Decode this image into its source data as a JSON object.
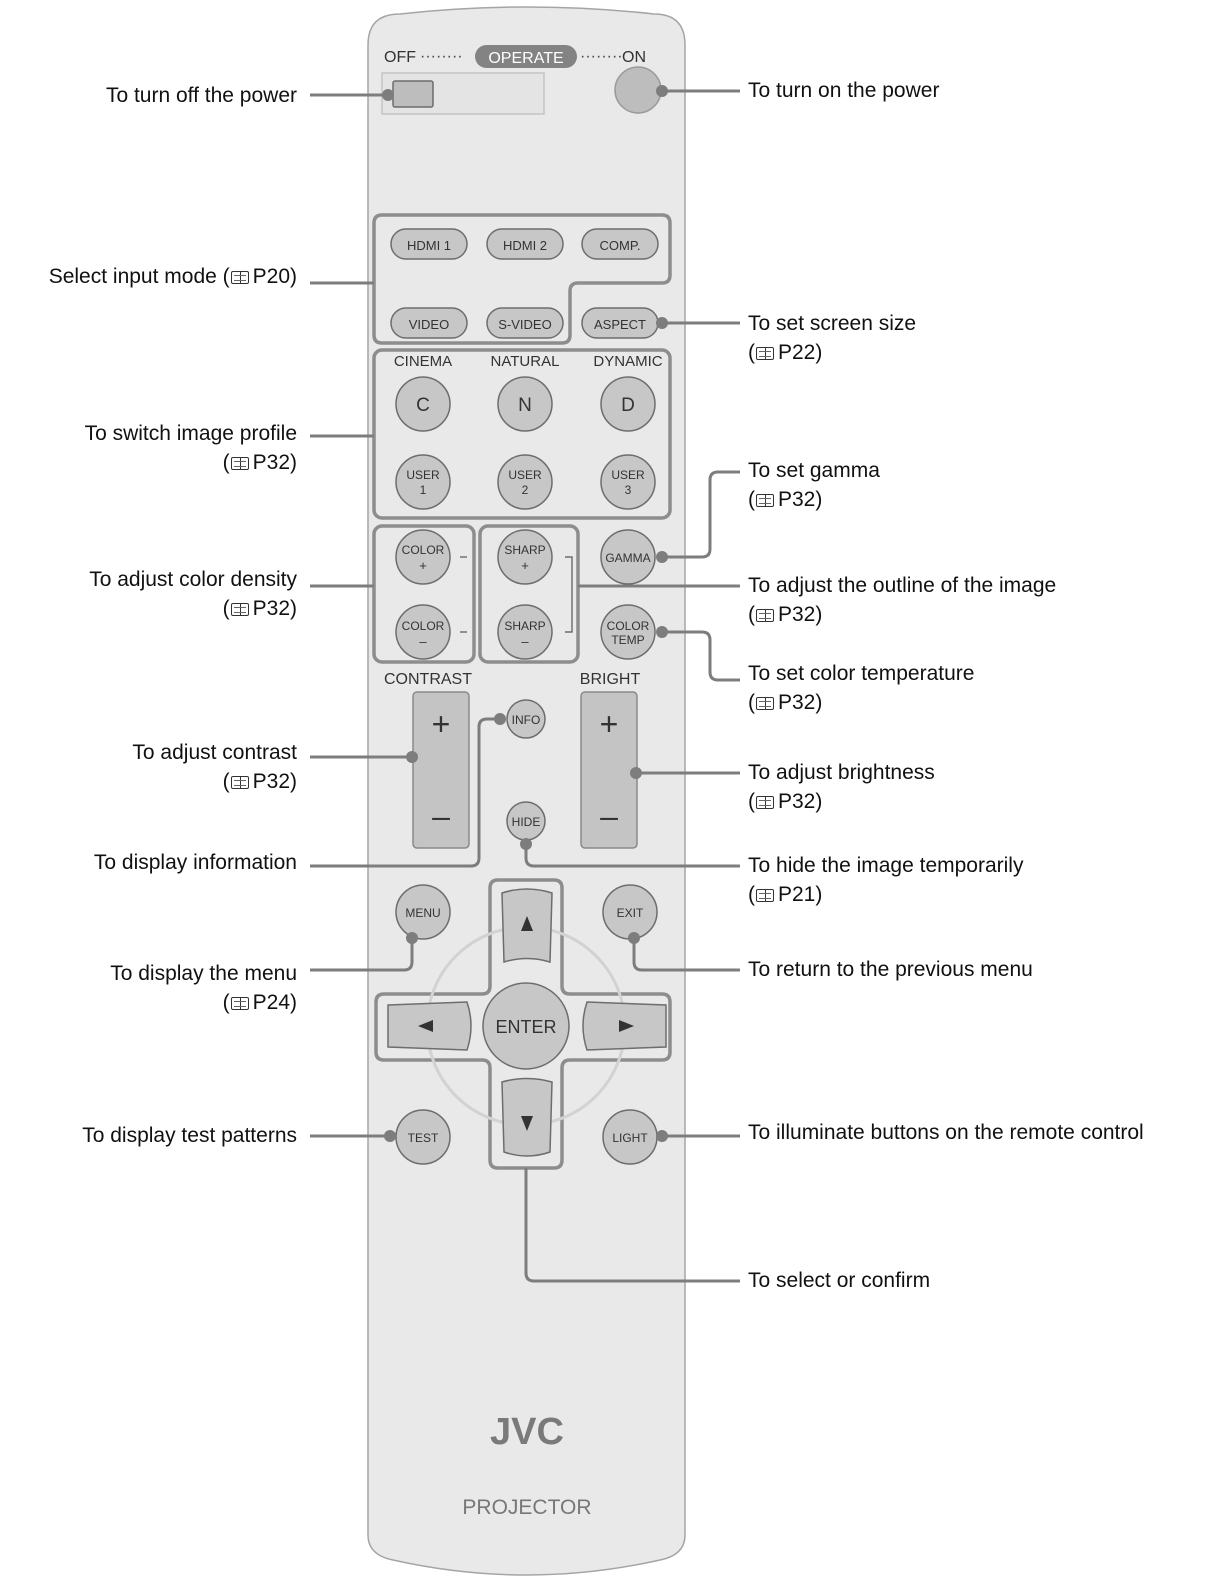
{
  "remote": {
    "operate": {
      "off": "OFF",
      "label": "OPERATE",
      "on": "ON"
    },
    "inputs": {
      "hdmi1": "HDMI 1",
      "hdmi2": "HDMI 2",
      "comp": "COMP.",
      "video": "VIDEO",
      "svideo": "S-VIDEO",
      "aspect": "ASPECT"
    },
    "profile_headers": {
      "cinema": "CINEMA",
      "natural": "NATURAL",
      "dynamic": "DYNAMIC"
    },
    "profiles": {
      "c": "C",
      "n": "N",
      "d": "D",
      "user1": [
        "USER",
        "1"
      ],
      "user2": [
        "USER",
        "2"
      ],
      "user3": [
        "USER",
        "3"
      ]
    },
    "adjust": {
      "color_plus": [
        "COLOR",
        "+"
      ],
      "color_minus": [
        "COLOR",
        "–"
      ],
      "sharp_plus": [
        "SHARP",
        "+"
      ],
      "sharp_minus": [
        "SHARP",
        "–"
      ],
      "gamma": "GAMMA",
      "color_temp": [
        "COLOR",
        "TEMP"
      ]
    },
    "rockers": {
      "contrast": "CONTRAST",
      "bright": "BRIGHT",
      "plus": "+",
      "minus": "–"
    },
    "buttons": {
      "info": "INFO",
      "hide": "HIDE",
      "menu": "MENU",
      "exit": "EXIT",
      "enter": "ENTER",
      "test": "TEST",
      "light": "LIGHT"
    },
    "brand": "JVC",
    "model": "PROJECTOR"
  },
  "annotations": {
    "power_off": {
      "text": "To turn off the power"
    },
    "power_on": {
      "text": "To turn on the power"
    },
    "input_mode": {
      "text": "Select input mode (",
      "ref": "P20)"
    },
    "screen_size": {
      "text": "To set screen size",
      "ref": "P22)"
    },
    "image_profile": {
      "text": "To switch image profile",
      "ref": "P32)"
    },
    "gamma": {
      "text": "To set gamma",
      "ref": "P32)"
    },
    "color_density": {
      "text": "To adjust color density",
      "ref": "P32)"
    },
    "outline": {
      "text": "To adjust the outline of the image",
      "ref": "P32)"
    },
    "color_temp": {
      "text": "To set color temperature",
      "ref": "P32)"
    },
    "contrast": {
      "text": "To adjust contrast",
      "ref": "P32)"
    },
    "brightness": {
      "text": "To adjust brightness",
      "ref": "P32)"
    },
    "display_info": {
      "text": "To display information"
    },
    "hide_image": {
      "text": "To hide the image temporarily",
      "ref": "P21)"
    },
    "menu": {
      "text": "To display the menu",
      "ref": "P24)"
    },
    "return_menu": {
      "text": "To return to the previous menu"
    },
    "test_patterns": {
      "text": "To display test patterns"
    },
    "illuminate": {
      "text": "To illuminate buttons on the remote control"
    },
    "select_confirm": {
      "text": "To select or confirm"
    }
  }
}
